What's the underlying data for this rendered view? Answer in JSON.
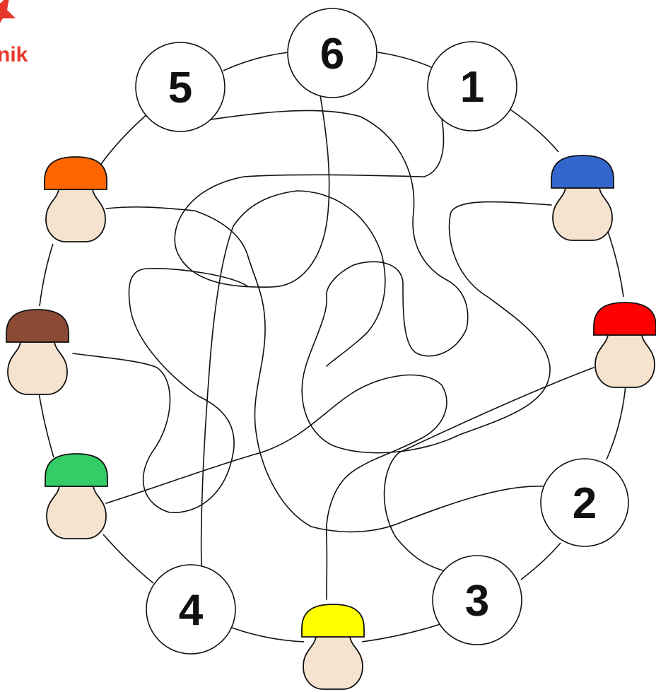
{
  "logo": {
    "text": "nik",
    "color": "#e8372a"
  },
  "numbers": [
    "1",
    "2",
    "3",
    "4",
    "5",
    "6"
  ],
  "mushrooms": [
    {
      "name": "blue",
      "cap_color": "#3366cc"
    },
    {
      "name": "red",
      "cap_color": "#ff0000"
    },
    {
      "name": "yellow",
      "cap_color": "#ffff00"
    },
    {
      "name": "green",
      "cap_color": "#33cc66"
    },
    {
      "name": "brown",
      "cap_color": "#8b4a33"
    },
    {
      "name": "orange",
      "cap_color": "#ff6600"
    }
  ],
  "stem_color": "#f6e3cf",
  "line_color": "#111111"
}
